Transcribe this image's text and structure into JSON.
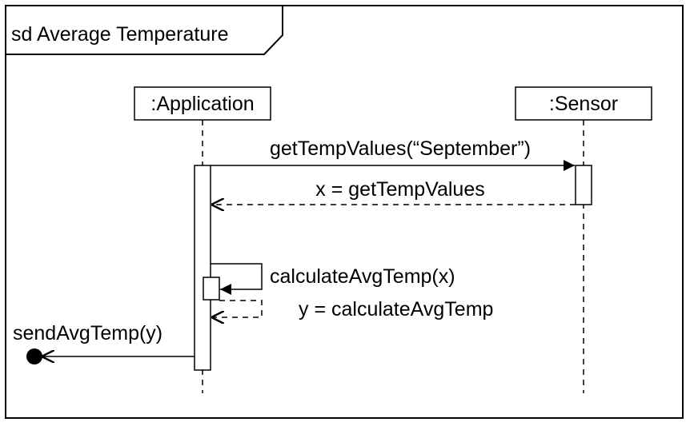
{
  "frame": {
    "title": "sd Average Temperature"
  },
  "lifelines": {
    "application": {
      "label": ":Application"
    },
    "sensor": {
      "label": ":Sensor"
    }
  },
  "messages": {
    "get_temp_values": {
      "label": "getTempValues(“September”)"
    },
    "get_temp_values_return": {
      "label": "x = getTempValues"
    },
    "calculate_avg_temp": {
      "label": "calculateAvgTemp(x)"
    },
    "calculate_avg_temp_return": {
      "label": "y = calculateAvgTemp"
    },
    "send_avg_temp": {
      "label": "sendAvgTemp(y)"
    }
  },
  "colors": {
    "stroke": "#000000",
    "background": "#ffffff"
  }
}
